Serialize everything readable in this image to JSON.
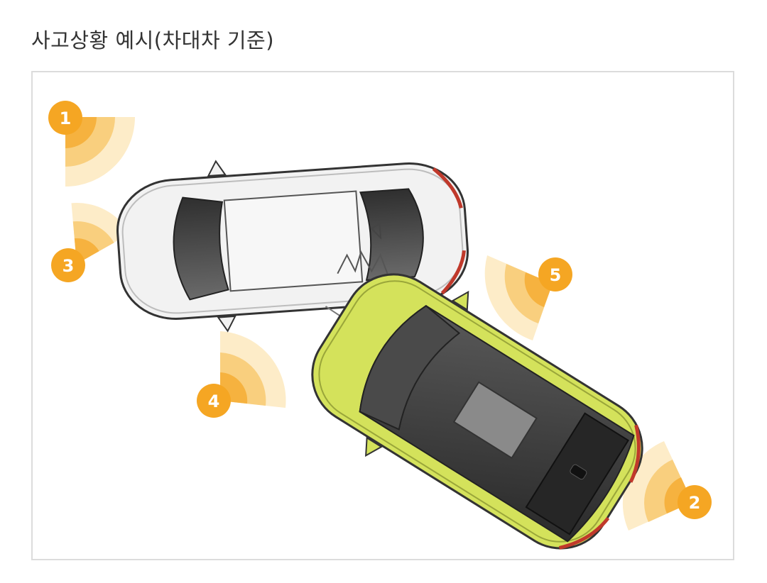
{
  "header": {
    "title": "사고상황 예시(차대차 기준)"
  },
  "markers": [
    {
      "label": "1",
      "name": "marker-1"
    },
    {
      "label": "2",
      "name": "marker-2"
    },
    {
      "label": "3",
      "name": "marker-3"
    },
    {
      "label": "4",
      "name": "marker-4"
    },
    {
      "label": "5",
      "name": "marker-5"
    }
  ],
  "colors": {
    "marker": "#f5a623",
    "wave_dark": "#f6b23f",
    "wave_mid": "#f9cf7e",
    "wave_light": "#fdecc8",
    "white_car_body": "#f2f2f2",
    "white_car_glass": "#4a4a4a",
    "yellow_car_body": "#d4e25b",
    "yellow_car_glass": "#3a3a3a",
    "tail_light": "#c0392b",
    "frame_border": "#dcdcdc"
  }
}
